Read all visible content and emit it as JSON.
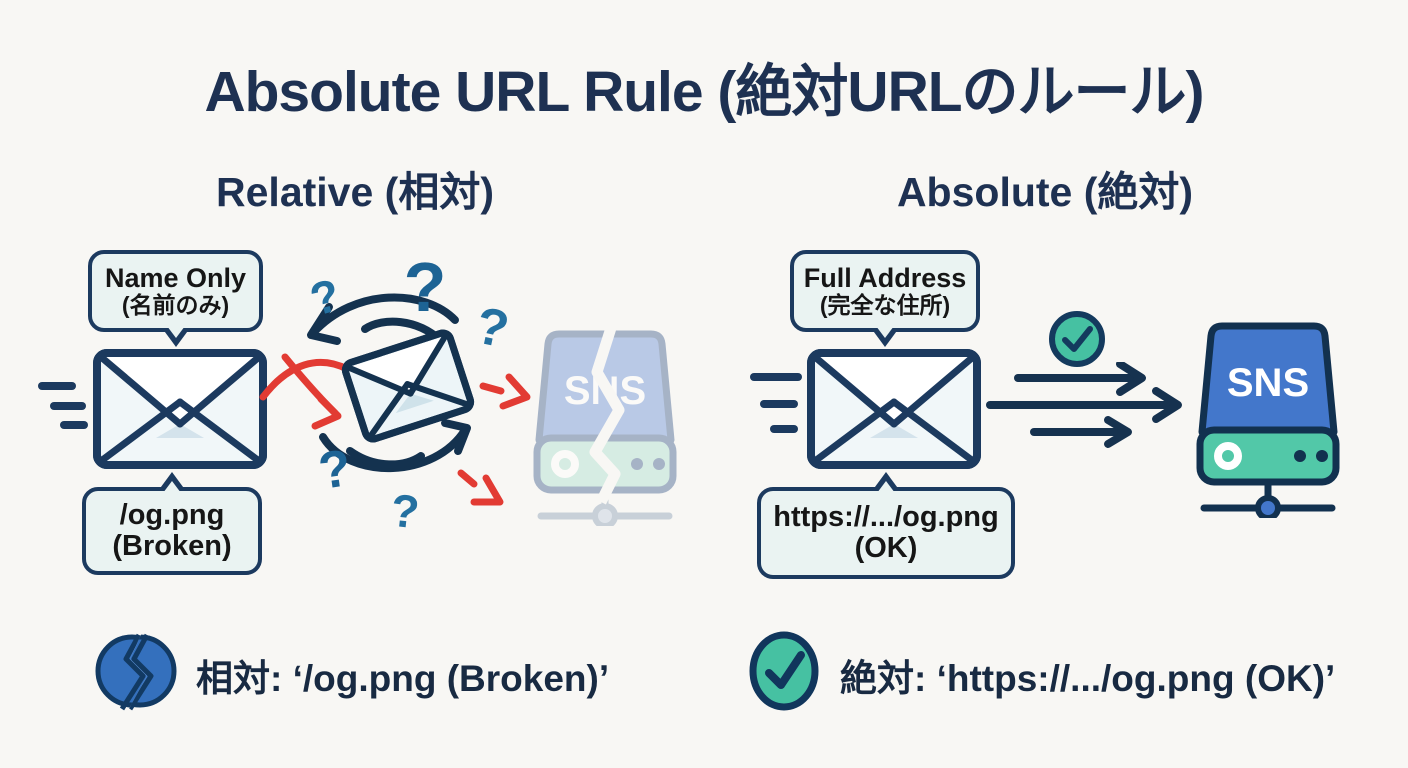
{
  "title": "Absolute URL Rule (絶対URLのルール)",
  "left": {
    "heading": "Relative (相対)",
    "name_label": {
      "line1": "Name Only",
      "line2": "(名前のみ)"
    },
    "url_label": {
      "line1": "/og.png",
      "line2": "(Broken)"
    },
    "server_text": "SNS",
    "summary_text": "相対: ‘/og.png (Broken)’"
  },
  "right": {
    "heading": "Absolute (絶対)",
    "name_label": {
      "line1": "Full Address",
      "line2": "(完全な住所)"
    },
    "url_label": {
      "line1": "https://.../og.png",
      "line2": "(OK)"
    },
    "server_text": "SNS",
    "summary_text": "絶対: ‘https://.../og.png (OK)’"
  },
  "icons": {
    "left_flow": [
      "envelope-icon",
      "confused-loop-envelope-icon",
      "question-mark-icons",
      "red-broken-arrow-icons",
      "faded-broken-server-icon"
    ],
    "right_flow": [
      "envelope-icon",
      "check-circle-icon",
      "speed-arrow-icons",
      "server-icon"
    ],
    "legend_left": "broken-link-icon",
    "legend_right": "check-circle-icon"
  },
  "colors": {
    "background": "#f8f7f4",
    "title_navy": "#1e3152",
    "line_navy": "#16324f",
    "bubble_bg": "#eaf3f2",
    "bubble_border": "#1c3a5f",
    "error_red": "#e23b33",
    "success_teal": "#46c1a2",
    "server_blue": "#4377cb",
    "broken_icon_blue": "#3470bd"
  }
}
